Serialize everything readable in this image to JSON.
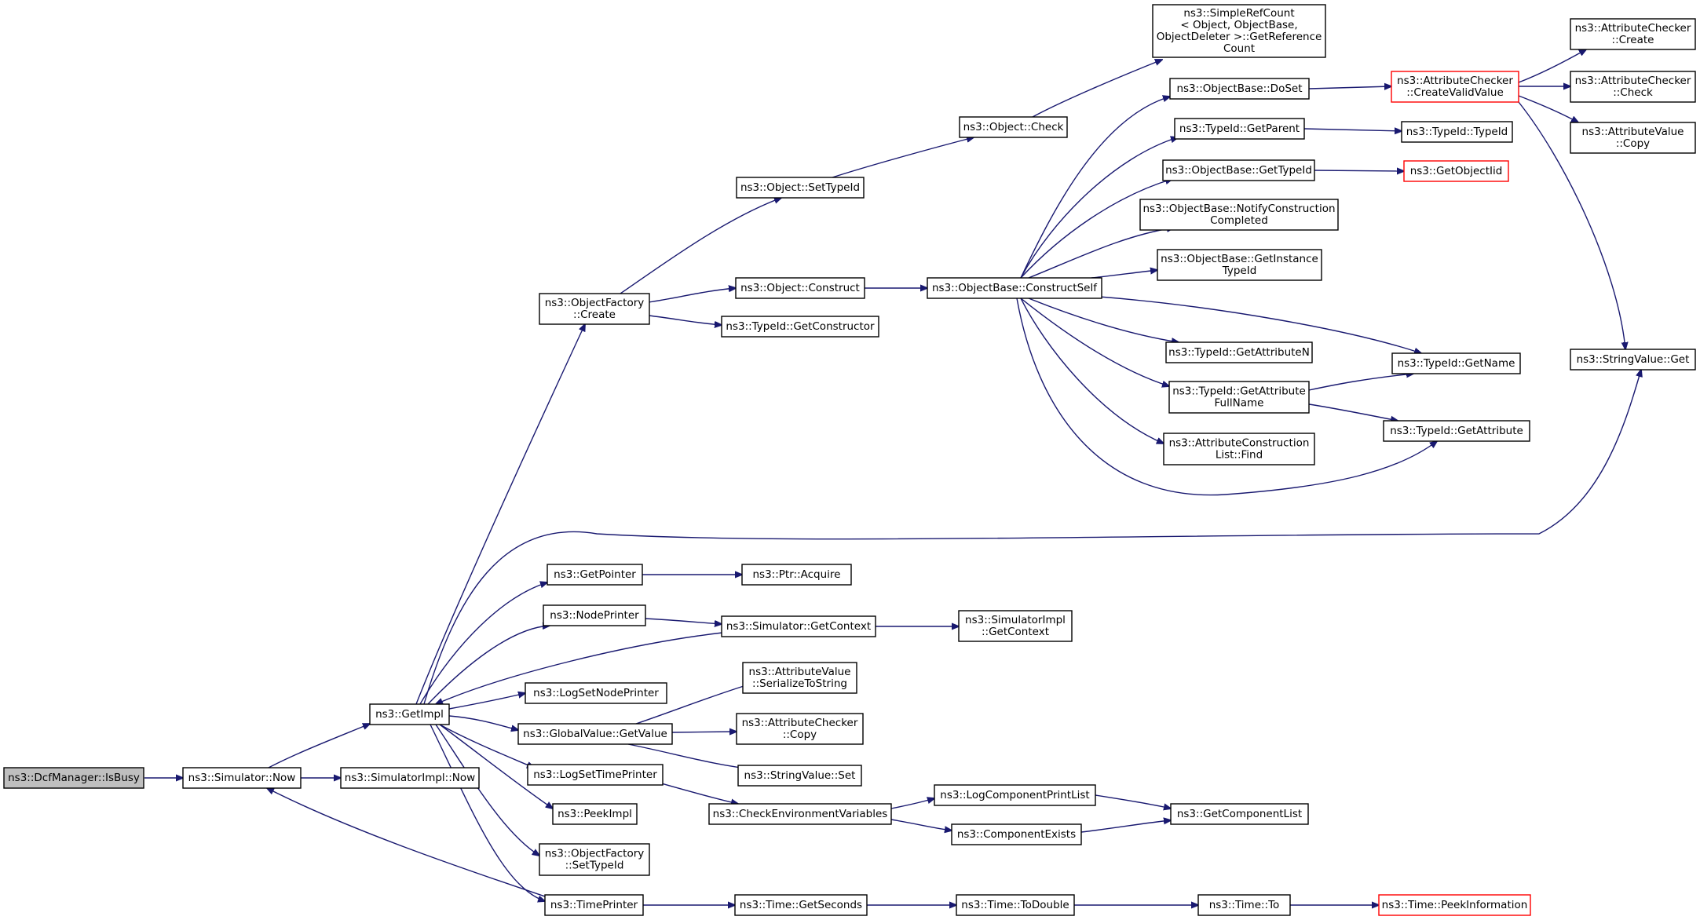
{
  "nodes": [
    {
      "id": "isbusy",
      "lines": [
        "ns3::DcfManager::IsBusy"
      ],
      "style": "root"
    },
    {
      "id": "sim_now",
      "lines": [
        "ns3::Simulator::Now"
      ]
    },
    {
      "id": "simimpl_now",
      "lines": [
        "ns3::SimulatorImpl::Now"
      ]
    },
    {
      "id": "getimpl",
      "lines": [
        "ns3::GetImpl"
      ]
    },
    {
      "id": "of_create",
      "lines": [
        "ns3::ObjectFactory",
        "::Create"
      ]
    },
    {
      "id": "obj_settypeid",
      "lines": [
        "ns3::Object::SetTypeId"
      ]
    },
    {
      "id": "obj_check",
      "lines": [
        "ns3::Object::Check"
      ]
    },
    {
      "id": "simplerefcount",
      "lines": [
        "ns3::SimpleRefCount",
        "< Object, ObjectBase,",
        "ObjectDeleter >::GetReference",
        "Count"
      ]
    },
    {
      "id": "obj_construct",
      "lines": [
        "ns3::Object::Construct"
      ]
    },
    {
      "id": "tid_getconstructor",
      "lines": [
        "ns3::TypeId::GetConstructor"
      ]
    },
    {
      "id": "ob_constructself",
      "lines": [
        "ns3::ObjectBase::ConstructSelf"
      ]
    },
    {
      "id": "ob_doset",
      "lines": [
        "ns3::ObjectBase::DoSet"
      ]
    },
    {
      "id": "tid_getparent",
      "lines": [
        "ns3::TypeId::GetParent"
      ]
    },
    {
      "id": "ob_gettypeid",
      "lines": [
        "ns3::ObjectBase::GetTypeId"
      ]
    },
    {
      "id": "ob_notify",
      "lines": [
        "ns3::ObjectBase::NotifyConstruction",
        "Completed"
      ]
    },
    {
      "id": "ob_getinstance",
      "lines": [
        "ns3::ObjectBase::GetInstance",
        "TypeId"
      ]
    },
    {
      "id": "tid_getattrn",
      "lines": [
        "ns3::TypeId::GetAttributeN"
      ]
    },
    {
      "id": "tid_getattrfull",
      "lines": [
        "ns3::TypeId::GetAttribute",
        "FullName"
      ]
    },
    {
      "id": "acl_find",
      "lines": [
        "ns3::AttributeConstruction",
        "List::Find"
      ]
    },
    {
      "id": "ac_createvalid",
      "lines": [
        "ns3::AttributeChecker",
        "::CreateValidValue"
      ],
      "style": "red"
    },
    {
      "id": "tid_typeid",
      "lines": [
        "ns3::TypeId::TypeId"
      ]
    },
    {
      "id": "getobjectiid",
      "lines": [
        "ns3::GetObjectIid"
      ],
      "style": "red"
    },
    {
      "id": "tid_getname",
      "lines": [
        "ns3::TypeId::GetName"
      ]
    },
    {
      "id": "tid_getattr",
      "lines": [
        "ns3::TypeId::GetAttribute"
      ]
    },
    {
      "id": "ac_create",
      "lines": [
        "ns3::AttributeChecker",
        "::Create"
      ]
    },
    {
      "id": "ac_check",
      "lines": [
        "ns3::AttributeChecker",
        "::Check"
      ]
    },
    {
      "id": "av_copy",
      "lines": [
        "ns3::AttributeValue",
        "::Copy"
      ]
    },
    {
      "id": "sv_get",
      "lines": [
        "ns3::StringValue::Get"
      ]
    },
    {
      "id": "getpointer",
      "lines": [
        "ns3::GetPointer"
      ]
    },
    {
      "id": "ptr_acquire",
      "lines": [
        "ns3::Ptr::Acquire"
      ]
    },
    {
      "id": "nodeprinter",
      "lines": [
        "ns3::NodePrinter"
      ]
    },
    {
      "id": "sim_getcontext",
      "lines": [
        "ns3::Simulator::GetContext"
      ]
    },
    {
      "id": "simimpl_getcontext",
      "lines": [
        "ns3::SimulatorImpl",
        "::GetContext"
      ]
    },
    {
      "id": "logsetnodeprinter",
      "lines": [
        "ns3::LogSetNodePrinter"
      ]
    },
    {
      "id": "gv_getvalue",
      "lines": [
        "ns3::GlobalValue::GetValue"
      ]
    },
    {
      "id": "av_serialize",
      "lines": [
        "ns3::AttributeValue",
        "::SerializeToString"
      ]
    },
    {
      "id": "ac_copy",
      "lines": [
        "ns3::AttributeChecker",
        "::Copy"
      ]
    },
    {
      "id": "sv_set",
      "lines": [
        "ns3::StringValue::Set"
      ]
    },
    {
      "id": "logsettimeprinter",
      "lines": [
        "ns3::LogSetTimePrinter"
      ]
    },
    {
      "id": "checkenv",
      "lines": [
        "ns3::CheckEnvironmentVariables"
      ]
    },
    {
      "id": "logcomplist",
      "lines": [
        "ns3::LogComponentPrintList"
      ]
    },
    {
      "id": "compexists",
      "lines": [
        "ns3::ComponentExists"
      ]
    },
    {
      "id": "getcomplist",
      "lines": [
        "ns3::GetComponentList"
      ]
    },
    {
      "id": "peekimpl",
      "lines": [
        "ns3::PeekImpl"
      ]
    },
    {
      "id": "of_settypeid",
      "lines": [
        "ns3::ObjectFactory",
        "::SetTypeId"
      ]
    },
    {
      "id": "timeprinter",
      "lines": [
        "ns3::TimePrinter"
      ]
    },
    {
      "id": "time_getseconds",
      "lines": [
        "ns3::Time::GetSeconds"
      ]
    },
    {
      "id": "time_todouble",
      "lines": [
        "ns3::Time::ToDouble"
      ]
    },
    {
      "id": "time_to",
      "lines": [
        "ns3::Time::To"
      ]
    },
    {
      "id": "time_peekinfo",
      "lines": [
        "ns3::Time::PeekInformation"
      ],
      "style": "red"
    }
  ]
}
